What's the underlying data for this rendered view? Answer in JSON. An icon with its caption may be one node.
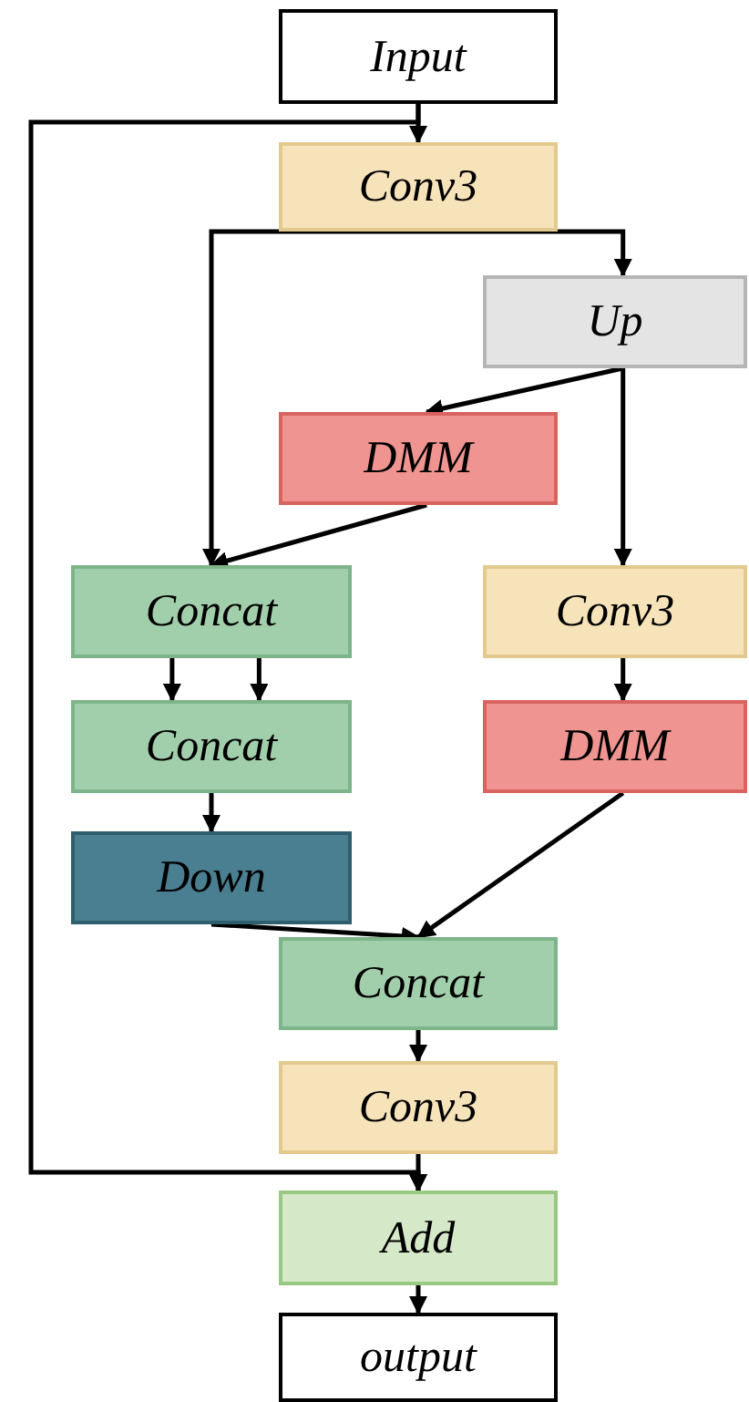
{
  "diagram": {
    "nodes": [
      {
        "text": [
          "Input"
        ]
      },
      {
        "text": [
          "Conv3"
        ]
      },
      {
        "text": [
          "Up"
        ]
      },
      {
        "text": [
          "DMM"
        ]
      },
      {
        "text": [
          "Concat"
        ]
      },
      {
        "text": [
          "Conv3"
        ]
      },
      {
        "text": [
          "Concat"
        ]
      },
      {
        "text": [
          "DMM"
        ]
      },
      {
        "text": [
          "Down"
        ]
      },
      {
        "text": [
          "Concat"
        ]
      },
      {
        "text": [
          "Conv3"
        ]
      },
      {
        "text": [
          "Add"
        ]
      },
      {
        "text": [
          "output"
        ]
      }
    ],
    "edges": [
      {
        "from": 0,
        "to": 1,
        "arrow": "to"
      },
      {
        "from": 1,
        "to": 2,
        "arrow": "to"
      },
      {
        "from": 1,
        "to": 4,
        "arrow": "to"
      },
      {
        "from": 2,
        "to": 3,
        "arrow": "to"
      },
      {
        "from": 2,
        "to": 5,
        "arrow": "to"
      },
      {
        "from": 3,
        "to": 4,
        "arrow": "to"
      },
      {
        "from": 4,
        "to": 6,
        "arrow": "to"
      },
      {
        "from": 4,
        "to": 6,
        "arrow": "to"
      },
      {
        "from": 5,
        "to": 7,
        "arrow": "to"
      },
      {
        "from": 6,
        "to": 8,
        "arrow": "to"
      },
      {
        "from": 8,
        "to": 9,
        "arrow": "to"
      },
      {
        "from": 7,
        "to": 9,
        "arrow": "to"
      },
      {
        "from": 9,
        "to": 10,
        "arrow": "to"
      },
      {
        "from": 10,
        "to": 11,
        "arrow": "to"
      },
      {
        "from": 11,
        "to": 12,
        "arrow": "to"
      },
      {
        "from": 0,
        "to": 11,
        "arrow": "to"
      }
    ]
  }
}
